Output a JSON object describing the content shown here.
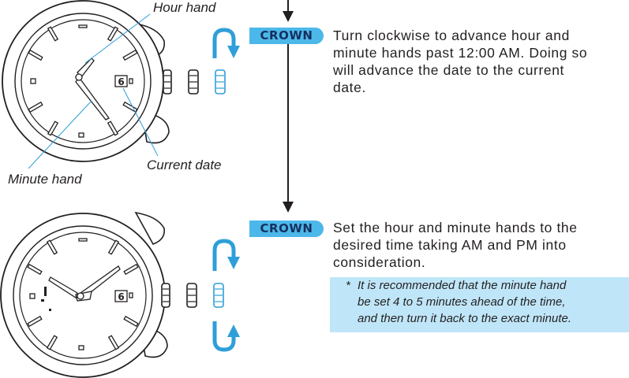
{
  "labels": {
    "hour_hand": "Hour hand",
    "minute_hand": "Minute hand",
    "current_date": "Current date"
  },
  "steps": [
    {
      "badge": "CROWN",
      "lines": [
        "Turn clockwise to advance hour and",
        "minute hands past 12:00 AM. Doing so",
        "will advance the date to the current",
        "date."
      ]
    },
    {
      "badge": "CROWN",
      "lines": [
        "Set the hour and minute hands to the",
        "desired time taking AM and PM into",
        "consideration."
      ]
    }
  ],
  "note": {
    "marker": "*",
    "lines": [
      "It is recommended that the minute hand",
      "be set 4 to 5 minutes ahead of the time,",
      "and then turn it back to the exact minute."
    ]
  },
  "watch_top": {
    "date_value": "6"
  },
  "watch_bottom": {
    "date_value": "6"
  },
  "colors": {
    "accent_blue": "#4cb8ea",
    "badge_text": "#16305e",
    "note_bg": "#bfe6f8",
    "arrow_blue": "#2e9fd8",
    "ink": "#231f20"
  },
  "icons": [
    "crown-icon",
    "curved-arrow-icon",
    "down-arrow-icon"
  ]
}
